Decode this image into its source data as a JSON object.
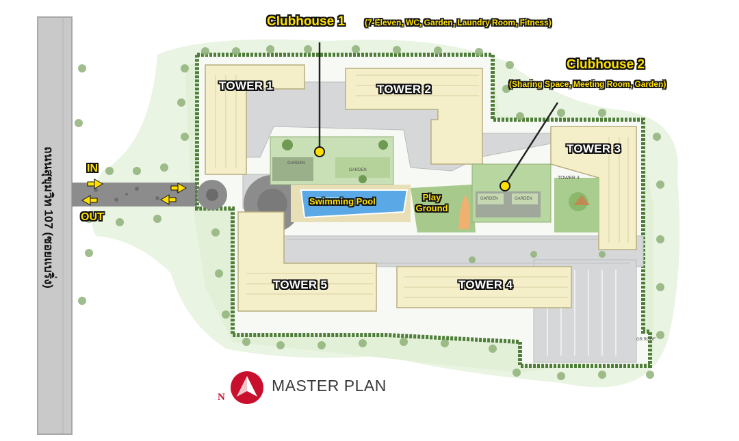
{
  "road_label": "ถนนสุขุมวิท 107 (ซอยแบริ่ง)",
  "entrance": {
    "in_label": "IN",
    "out_label": "OUT"
  },
  "clubhouses": [
    {
      "title": "Clubhouse 1",
      "subtitle": "(7-Eleven, WC, Garden, Laundry Room, Fitness)"
    },
    {
      "title": "Clubhouse 2",
      "subtitle": "(Sharing Space, Meeting Room, Garden)"
    }
  ],
  "towers": [
    "TOWER 1",
    "TOWER 2",
    "TOWER 3",
    "TOWER 4",
    "TOWER 5"
  ],
  "amenities": {
    "pool": "Swimming Pool",
    "playground_line1": "Play",
    "playground_line2": "Ground"
  },
  "plan_small_labels": {
    "garden1": "GARDEN",
    "garden2": "GARDEN",
    "garden3": "GARDEN",
    "garden4": "GARDEN",
    "tower3_small": "TOWER 3",
    "gr_roof": "GR ROOF"
  },
  "legend": {
    "north": "N",
    "title": "MASTER PLAN"
  },
  "colors": {
    "highlight": "#ffe000",
    "outline": "#111111",
    "building": "#f5efc9",
    "grass": "#e4f2dc",
    "road": "#bfbfbf",
    "parking": "#d7d9da",
    "pool": "#5aa9e6",
    "logo_red": "#c8102e"
  }
}
